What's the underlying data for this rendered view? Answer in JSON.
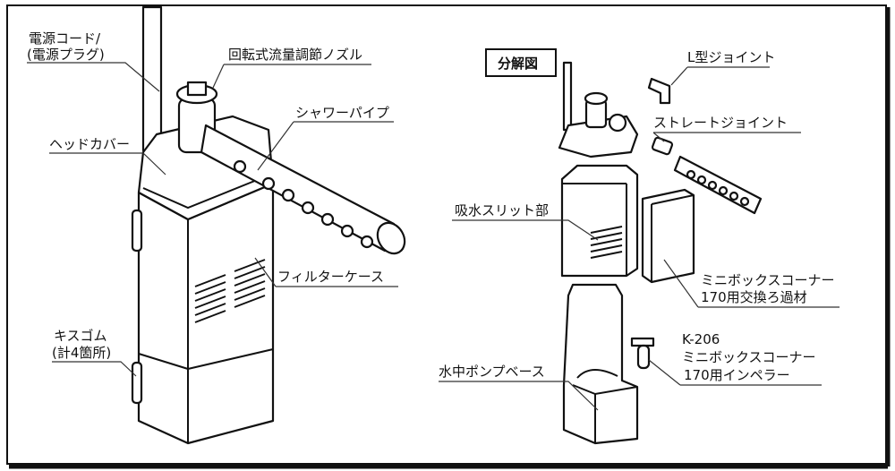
{
  "diagram": {
    "main_labels": {
      "power_cord_1": "電源コード/",
      "power_cord_2": "(電源プラグ)",
      "nozzle": "回転式流量調節ノズル",
      "shower_pipe": "シャワーパイプ",
      "head_cover": "ヘッドカバー",
      "filter_case": "フィルターケース",
      "suction_1": "キスゴム",
      "suction_2": "(計4箇所)"
    },
    "exploded": {
      "title": "分解図",
      "l_joint": "L型ジョイント",
      "straight_joint": "ストレートジョイント",
      "intake_slit": "吸水スリット部",
      "filter_media_1": "ミニボックスコーナー",
      "filter_media_2": "170用交換ろ過材",
      "impeller_1": "K-206",
      "impeller_2": "ミニボックスコーナー",
      "impeller_3": "170用インペラー",
      "pump_base": "水中ポンプベース"
    }
  }
}
